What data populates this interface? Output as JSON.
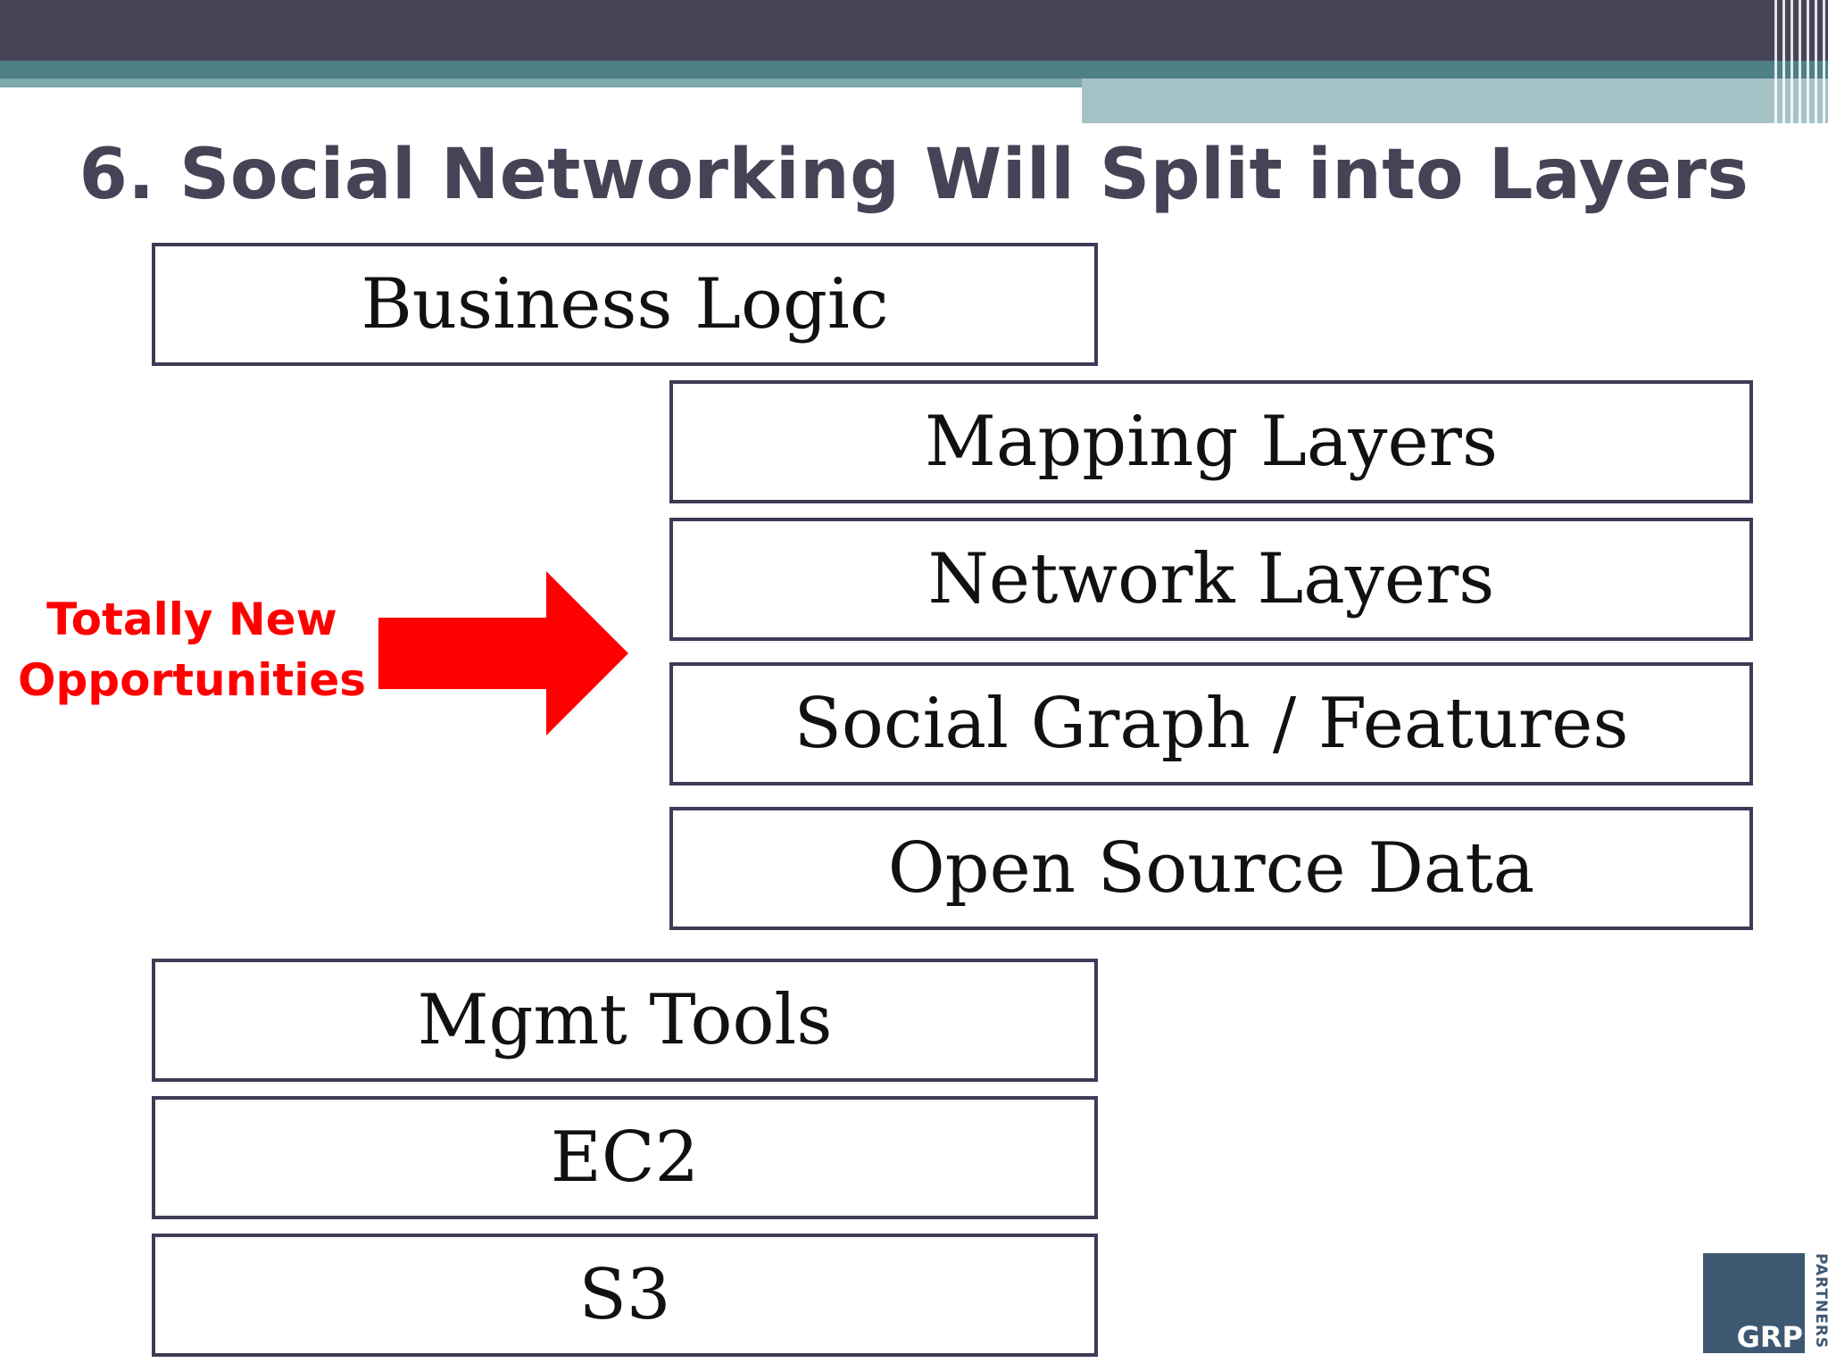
{
  "slide": {
    "title": "6. Social Networking Will Split into Layers"
  },
  "layers": {
    "business_logic": "Business Logic",
    "mapping_layers": "Mapping Layers",
    "network_layers": "Network Layers",
    "social_graph": "Social Graph / Features",
    "open_source_data": "Open Source Data",
    "mgmt_tools": "Mgmt Tools",
    "ec2": "EC2",
    "s3": "S3"
  },
  "callout": {
    "line1": "Totally New",
    "line2": "Opportunities",
    "color": "#ff0000"
  },
  "logo": {
    "name": "GRP",
    "tagline": "PARTNERS",
    "color": "#3f5872"
  },
  "colors": {
    "header_dark": "#464558",
    "header_teal": "#4e8086",
    "header_light": "#a5c3c7",
    "box_border": "#3d3b55"
  }
}
